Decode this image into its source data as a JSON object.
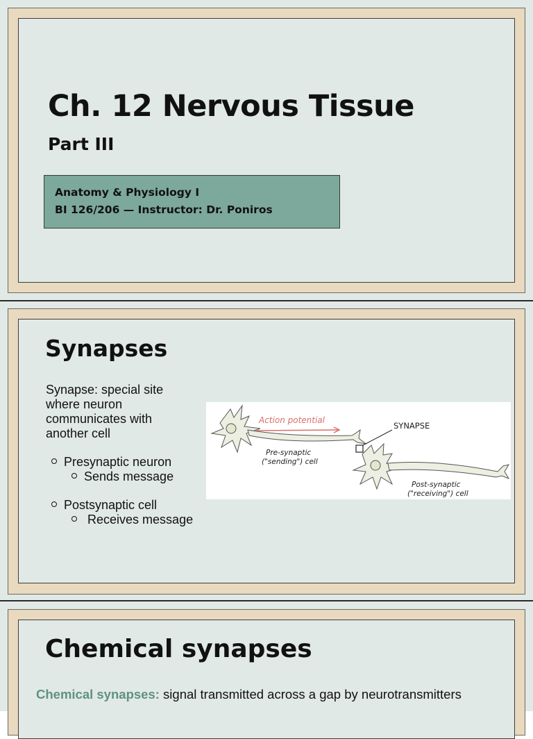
{
  "slide1": {
    "title": "Ch. 12 Nervous Tissue",
    "subtitle": "Part III",
    "course_line1": "Anatomy & Physiology I",
    "course_line2": "BI 126/206 — Instructor: Dr. Poniros"
  },
  "slide2": {
    "heading": "Synapses",
    "definition": [
      "Synapse: special site",
      "where neuron",
      "communicates with",
      "another cell"
    ],
    "bullets": [
      {
        "label": "Presynaptic neuron",
        "sub": "Sends message"
      },
      {
        "label": "Postsynaptic cell",
        "sub": "Receives message"
      }
    ],
    "diagram": {
      "action_potential": "Action potential",
      "synapse": "SYNAPSE",
      "pre_line1": "Pre-synaptic",
      "pre_line2": "(\"sending\") cell",
      "post_line1": "Post-synaptic",
      "post_line2": "(\"receiving\") cell"
    }
  },
  "slide3": {
    "heading": "Chemical synapses",
    "term": "Chemical synapses:",
    "definition": " signal transmitted across a gap by neurotransmitters"
  },
  "colors": {
    "slide_bg": "#e1e9e6",
    "frame": "#e8d9bf",
    "info_box": "#7da89c",
    "accent_term": "#5f927f",
    "action_potential": "#d9706a"
  }
}
